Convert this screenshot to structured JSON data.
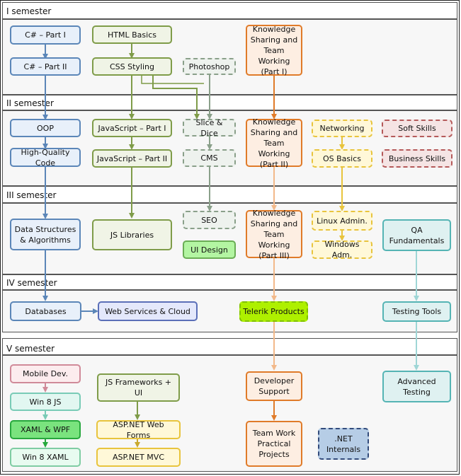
{
  "semesters": [
    "I semester",
    "II semester",
    "III semester",
    "IV semester",
    "V semester"
  ],
  "courses": {
    "csharp1": "C# – Part I",
    "csharp2": "C# – Part II",
    "html": "HTML Basics",
    "css": "CSS Styling",
    "photoshop": "Photoshop",
    "ksw1": "Knowledge Sharing and Team Working (Part I)",
    "oop": "OOP",
    "hqc": "High-Quality Code",
    "js1": "JavaScript – Part I",
    "js2": "JavaScript – Part II",
    "slice": "Slice & Dice",
    "cms": "CMS",
    "ksw2": "Knowledge Sharing and Team Working (Part II)",
    "networking": "Networking",
    "osbasics": "OS Basics",
    "softskills": "Soft Skills",
    "bizskills": "Business Skills",
    "dsa": "Data Structures & Algorithms",
    "jslib": "JS Libraries",
    "seo": "SEO",
    "uidesign": "UI Design",
    "ksw3": "Knowledge Sharing and Team Working (Part III)",
    "linux": "Linux Admin.",
    "windows": "Windows Adm.",
    "qa": "QA Fundamentals",
    "databases": "Databases",
    "webservices": "Web Services & Cloud",
    "telerik": "Telerik Products",
    "testingtools": "Testing Tools",
    "mobile": "Mobile Dev.",
    "win8js": "Win 8 JS",
    "xaml": "XAML & WPF",
    "win8xaml": "Win 8 XAML",
    "jsframeworks": "JS Frameworks + UI",
    "aspforms": "ASP.NET Web Forms",
    "aspmvc": "ASP.NET MVC",
    "devsupport": "Developer Support",
    "teamwork": "Team Work Practical Projects",
    "netinternals": ".NET Internals",
    "advtesting": "Advanced Testing"
  },
  "colors": {
    "blue": "#5b86b8",
    "green": "#7f9c49",
    "gray": "#8aa08a",
    "orange": "#e07b29",
    "orange_light": "#f2b98a",
    "yellow": "#e8c43d",
    "teal_light": "#9fd6d6",
    "pink": "#d08a99",
    "mint": "#79cbb6",
    "bgreen": "#27a83d",
    "mustard": "#c9a92f"
  }
}
